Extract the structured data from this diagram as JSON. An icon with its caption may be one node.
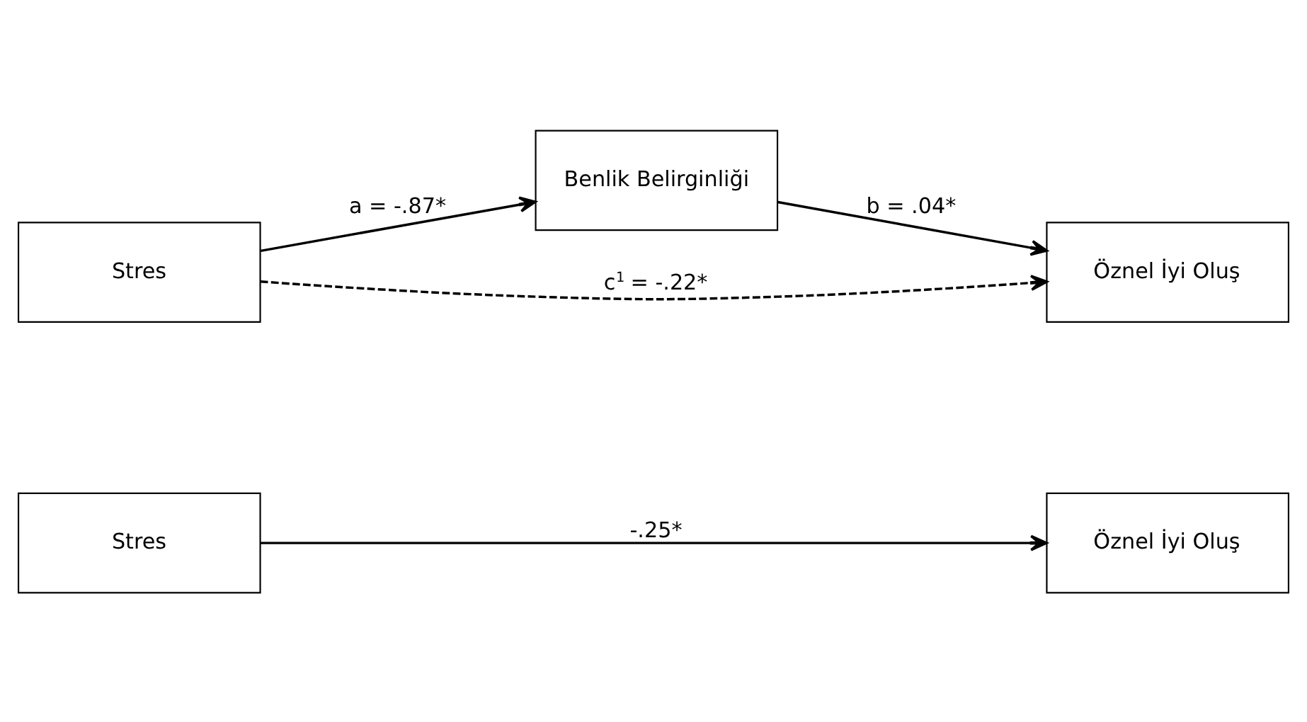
{
  "diagram": {
    "nodes": [
      {
        "text": [
          "Stres"
        ]
      },
      {
        "text": [
          "Öznel İyi Oluş"
        ]
      },
      {
        "text": [
          "Benlik Belirginliği"
        ]
      },
      {
        "text": [
          "Stres"
        ]
      },
      {
        "text": [
          "Öznel İyi Oluş"
        ]
      }
    ],
    "edges": [
      {
        "from": 0,
        "to": 1,
        "arrow": "to",
        "label": "-.25*"
      },
      {
        "from": 3,
        "to": 2,
        "arrow": "to",
        "label": "a = -.87*"
      },
      {
        "from": 2,
        "to": 4,
        "arrow": "to",
        "label": "b = .04*"
      },
      {
        "from": 3,
        "to": 4,
        "arrow": "to",
        "label": "c$^{1}$ = -.22*",
        "style": "dashed"
      }
    ]
  }
}
